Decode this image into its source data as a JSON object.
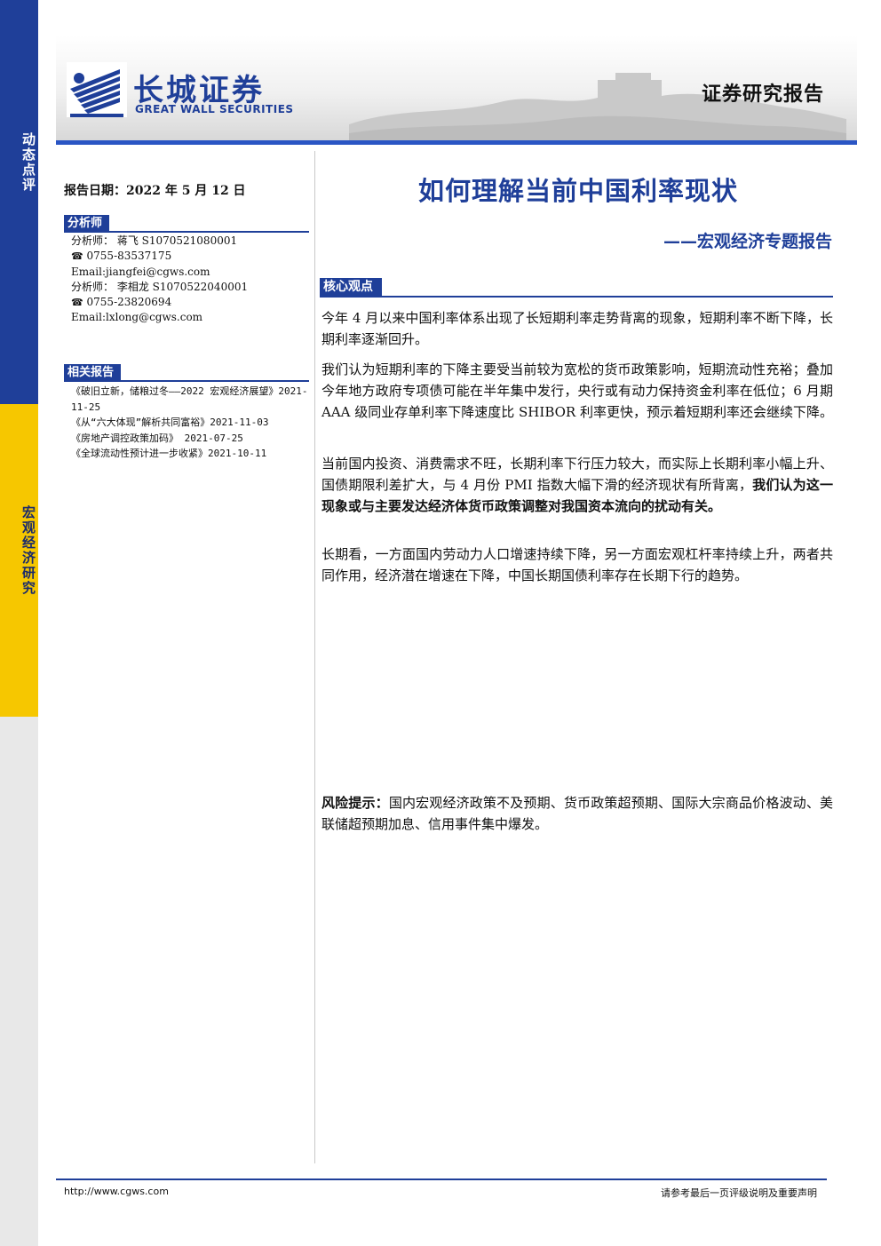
{
  "sidebar": {
    "top_label": "动态点评",
    "mid_label": "宏观经济研究"
  },
  "header": {
    "logo_cn": "长城证券",
    "logo_en": "GREAT WALL SECURITIES",
    "report_type": "证券研究报告"
  },
  "left": {
    "report_date": "报告日期：2022 年 5 月 12 日",
    "analyst_heading": "分析师",
    "analysts": [
      {
        "name_line": "分析师：  蒋飞 S1070521080001",
        "phone": "0755-83537175",
        "email": "Email:jiangfei@cgws.com"
      },
      {
        "name_line": "分析师：  李相龙 S1070522040001",
        "phone": "0755-23820694",
        "email": "Email:lxlong@cgws.com"
      }
    ],
    "related_heading": "相关报告",
    "related": [
      "《破旧立新，储粮过冬——2022 宏观经济展望》2021-11-25",
      "《从“六大体现”解析共同富裕》2021-11-03",
      "《房地产调控政策加码》 2021-07-25",
      "《全球流动性预计进一步收紧》2021-10-11"
    ]
  },
  "main": {
    "title": "如何理解当前中国利率现状",
    "subtitle": "——宏观经济专题报告",
    "core_heading": "核心观点",
    "p1": "今年 4 月以来中国利率体系出现了长短期利率走势背离的现象，短期利率不断下降，长期利率逐渐回升。",
    "p2": "我们认为短期利率的下降主要受当前较为宽松的货币政策影响，短期流动性充裕；叠加今年地方政府专项债可能在半年集中发行，央行或有动力保持资金利率在低位；6 月期 AAA 级同业存单利率下降速度比 SHIBOR 利率更快，预示着短期利率还会继续下降。",
    "p3_normal": "当前国内投资、消费需求不旺，长期利率下行压力较大，而实际上长期利率小幅上升、国债期限利差扩大，与 4 月份 PMI 指数大幅下滑的经济现状有所背离，",
    "p3_bold": "我们认为这一现象或与主要发达经济体货币政策调整对我国资本流向的扰动有关。",
    "p4": "长期看，一方面国内劳动力人口增速持续下降，另一方面宏观杠杆率持续上升，两者共同作用，经济潜在增速在下降，中国长期国债利率存在长期下行的趋势。",
    "risk_label": "风险提示：",
    "risk_text": "国内宏观经济政策不及预期、货币政策超预期、国际大宗商品价格波动、美联储超预期加息、信用事件集中爆发。"
  },
  "footer": {
    "url": "http://www.cgws.com",
    "disclaimer": "请参考最后一页评级说明及重要声明"
  },
  "colors": {
    "brand_blue": "#1f3f99",
    "accent_yellow": "#f6c700",
    "rule_blue": "#2a55c4"
  },
  "icons": {
    "phone": "phone-icon",
    "logo": "great-wall-logo-icon"
  }
}
